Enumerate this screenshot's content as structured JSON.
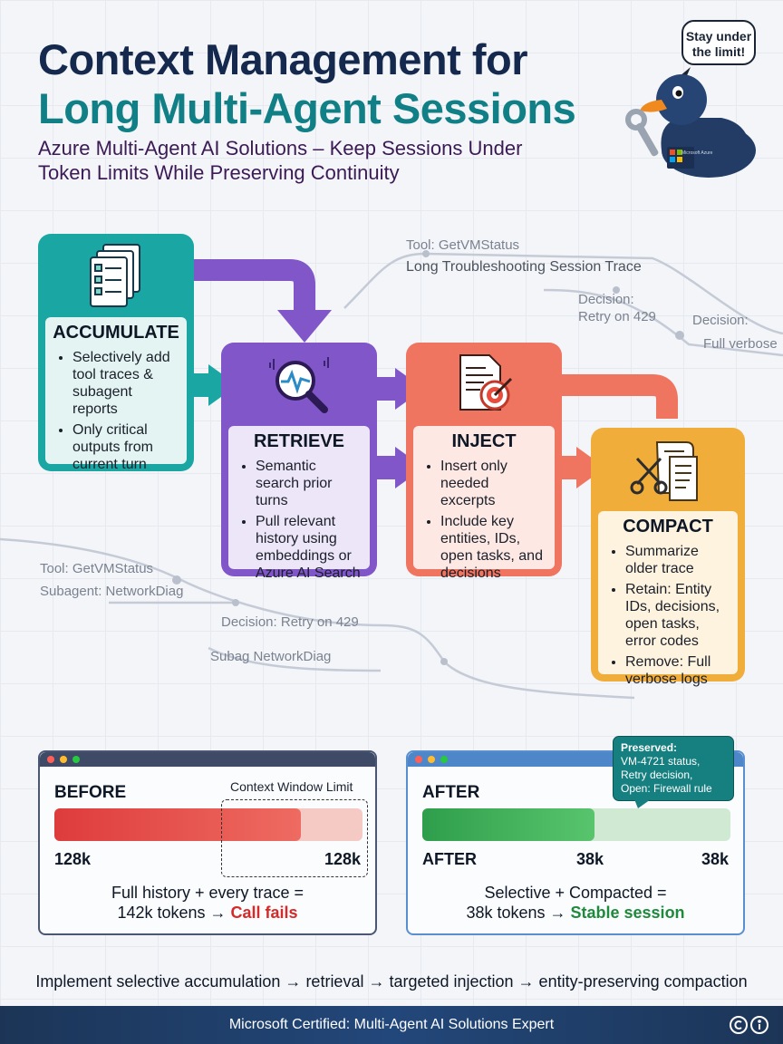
{
  "title_line1": "Context Management for",
  "title_line2": "Long Multi-Agent Sessions",
  "subtitle_line1": "Azure Multi-Agent AI Solutions – Keep Sessions Under",
  "subtitle_line2": "Token Limits While Preserving Continuity",
  "mascot": {
    "speech": "Stay under the limit!",
    "badge": "Microsoft Azure"
  },
  "trace_labels": {
    "tool_top": "Tool: GetVMStatus",
    "session_trace": "Long Troubleshooting Session Trace",
    "decision_retry_1": "Decision:",
    "decision_retry_2": "Retry on 429",
    "decision_full_1": "Decision:",
    "decision_full_2": "Full verbose",
    "tool_left": "Tool: GetVMStatus",
    "subagent_left": "Subagent: NetworkDiag",
    "decision_bottom": "Decision: Retry on 429",
    "subag_bottom": "Subag NetworkDiag"
  },
  "stages": {
    "accumulate": {
      "title": "ACCUMULATE",
      "bullets": [
        "Selectively add tool traces & subagent reports",
        "Only critical outputs from current turn"
      ]
    },
    "retrieve": {
      "title": "RETRIEVE",
      "bullets": [
        "Semantic search prior turns",
        "Pull relevant history using embeddings or Azure AI Search"
      ]
    },
    "inject": {
      "title": "INJECT",
      "bullets": [
        "Insert only needed excerpts",
        "Include key entities, IDs, open tasks, and decisions"
      ]
    },
    "compact": {
      "title": "COMPACT",
      "bullets": [
        "Summarize older trace",
        "Retain: Entity IDs, decisions, open tasks, error codes",
        "Remove: Full verbose logs"
      ]
    }
  },
  "before": {
    "label": "BEFORE",
    "limit_label": "Context Window Limit",
    "left_value": "128k",
    "right_value": "128k",
    "fill_fraction": 0.8,
    "summary_line1": "Full history + every trace =",
    "summary_line2_prefix": "142k tokens → ",
    "summary_line2_highlight": "Call fails"
  },
  "after": {
    "label": "AFTER",
    "bottom_label": "AFTER",
    "mid_value": "38k",
    "right_value": "38k",
    "fill_fraction": 0.56,
    "preserved_line1": "Preserved:",
    "preserved_line2": "VM-4721 status,",
    "preserved_line3": "Retry decision,",
    "preserved_line4": "Open: Firewall rule",
    "summary_line1": "Selective + Compacted =",
    "summary_line2_prefix": "38k tokens → ",
    "summary_line2_highlight": "Stable session"
  },
  "pipeline_summary": "Implement selective accumulation → retrieval → targeted injection → entity-preserving compaction",
  "footer": "Microsoft Certified: Multi-Agent AI Solutions Expert",
  "colors": {
    "teal": "#1aa6a3",
    "purple": "#8056c9",
    "coral": "#f07561",
    "amber": "#f0ad3a",
    "navy": "#14294d",
    "red": "#e04848",
    "green": "#3cae59"
  }
}
